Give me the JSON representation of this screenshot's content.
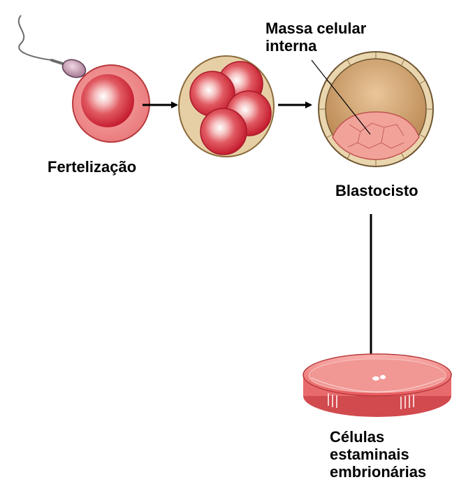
{
  "labels": {
    "fertilization": "Fertelização",
    "inner_cell_mass_line1": "Massa celular",
    "inner_cell_mass_line2": "interna",
    "blastocyst": "Blastocisto",
    "stem_cells_line1": "Células",
    "stem_cells_line2": "estaminais",
    "stem_cells_line3": "embrionárias"
  },
  "colors": {
    "cell_red": "#d6263a",
    "cell_pink": "#f3a6a6",
    "outer_ring": "#e2c9a0",
    "blastocyst_inside": "#c99560",
    "dish_red": "#f07070",
    "arrow": "#000000"
  }
}
